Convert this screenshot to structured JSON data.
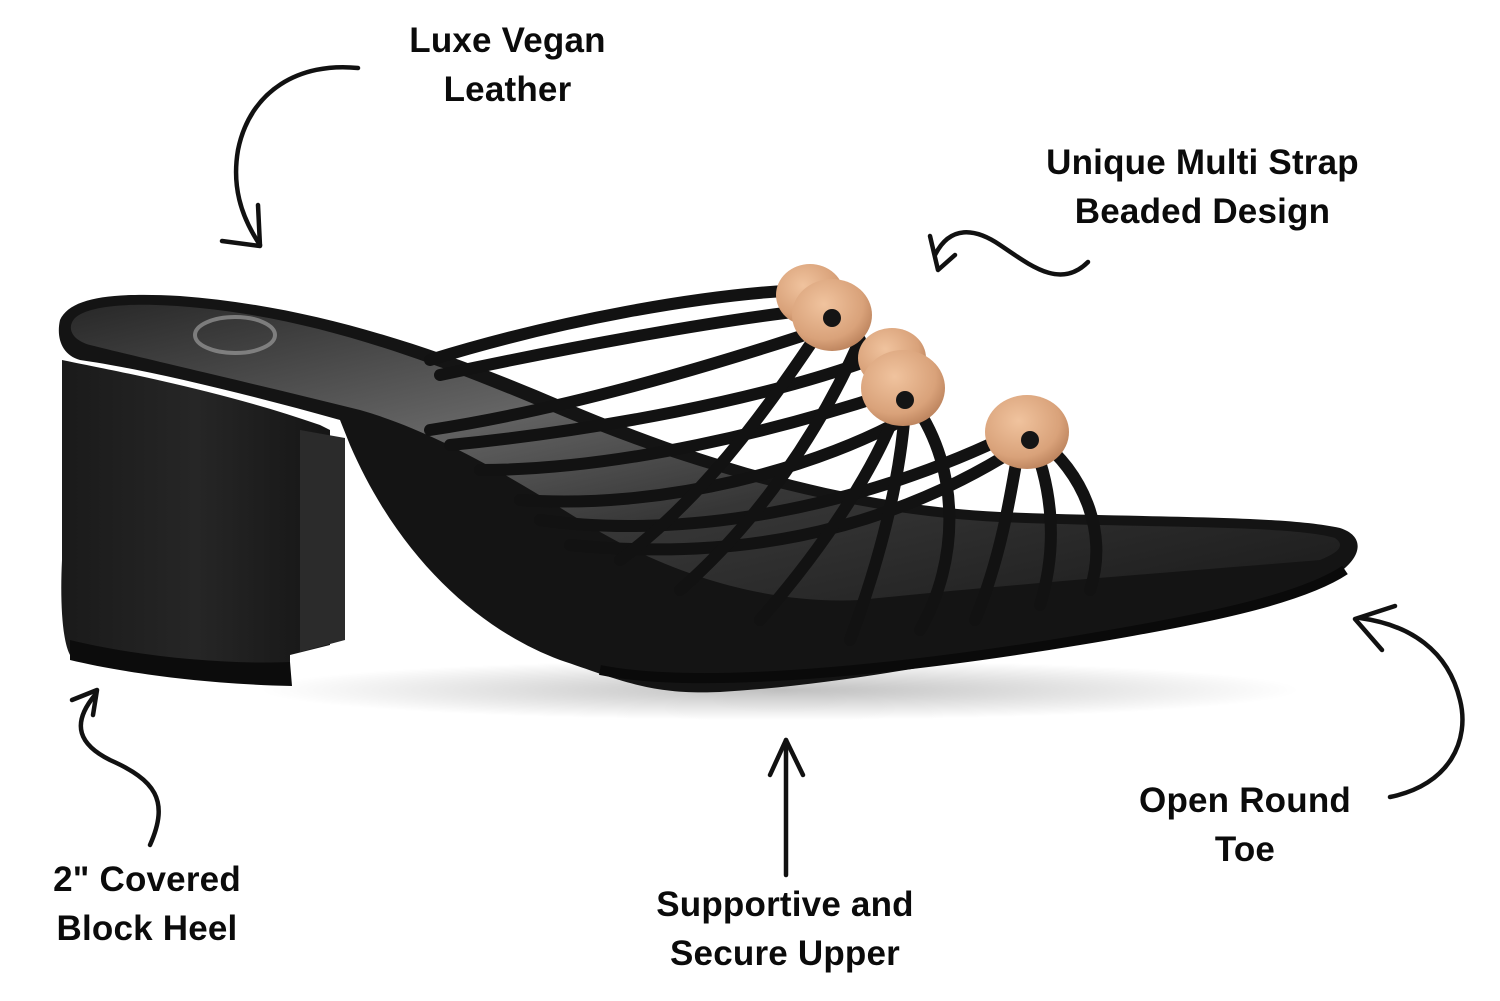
{
  "product": {
    "name": "Beaded multi-strap block heel sandal",
    "color": "black",
    "bead_color": "#d9a27a",
    "upper_color": "#141414"
  },
  "callouts": {
    "leather": {
      "lines": [
        "Luxe Vegan",
        "Leather"
      ]
    },
    "strap": {
      "lines": [
        "Unique Multi Strap",
        "Beaded Design"
      ]
    },
    "heel": {
      "lines": [
        "2\" Covered",
        "Block Heel"
      ]
    },
    "upper": {
      "lines": [
        "Supportive and",
        "Secure Upper"
      ]
    },
    "toe": {
      "lines": [
        "Open Round",
        "Toe"
      ]
    }
  }
}
